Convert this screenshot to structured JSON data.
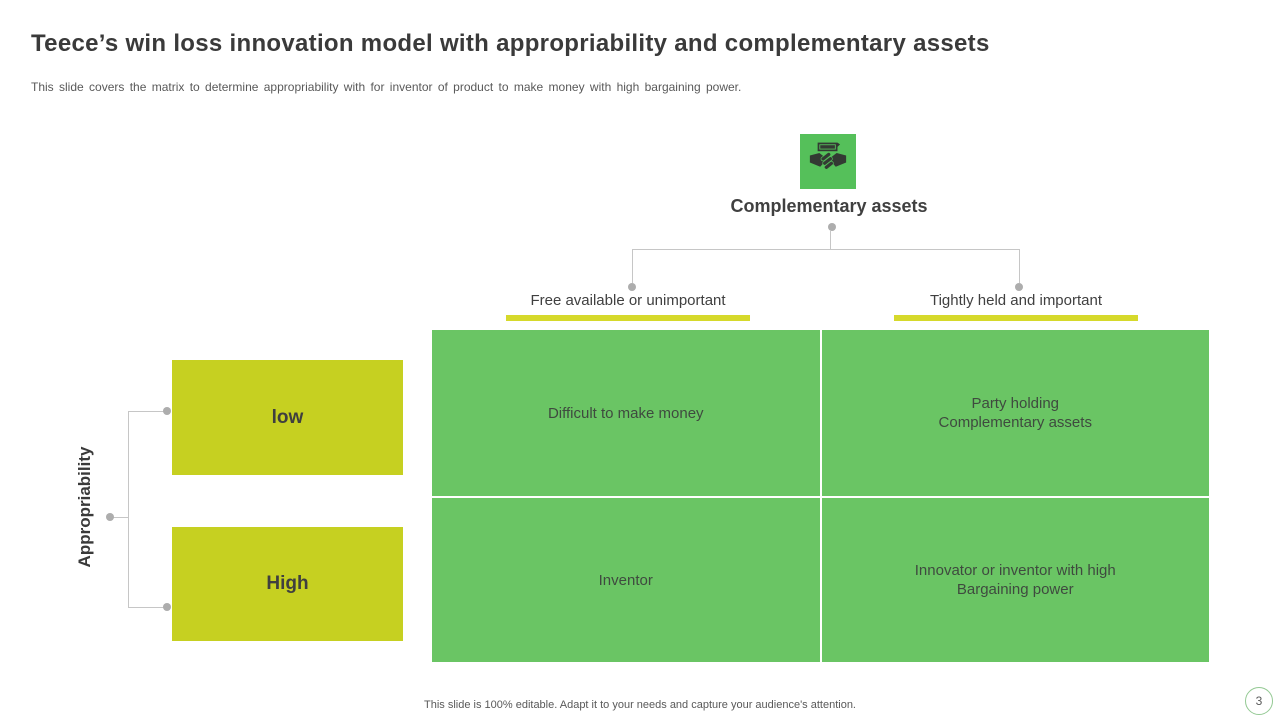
{
  "slide": {
    "title": "Teece’s win loss innovation model with appropriability and complementary assets",
    "subtitle": "This slide covers the matrix to determine appropriability with for inventor of product to make money with high bargaining power.",
    "footer": "This slide is 100% editable. Adapt it to your needs and capture your audience's attention.",
    "page_number": "3"
  },
  "diagram": {
    "top_axis": {
      "icon": "handshake-money-icon",
      "label": "Complementary assets",
      "columns": [
        {
          "label": "Free available or unimportant"
        },
        {
          "label": "Tightly held and important"
        }
      ]
    },
    "left_axis": {
      "label": "Appropriability",
      "rows": [
        {
          "label": "low"
        },
        {
          "label": "High"
        }
      ]
    },
    "matrix": {
      "cells": [
        {
          "text": "Difficult to make money"
        },
        {
          "text": "Party holding\nComplementary assets"
        },
        {
          "text": "Inventor"
        },
        {
          "text": "Innovator or inventor with high\nBargaining power"
        }
      ]
    }
  },
  "colors": {
    "matrix_green": "#6ac564",
    "icon_green": "#55c05a",
    "accent_yellow": "#c6d021",
    "underline_yellow": "#d6d92b",
    "connector_gray": "#c6c6c6",
    "page_badge_border": "#93c993",
    "text_dark": "#3f3f3f",
    "text_muted": "#595959"
  }
}
